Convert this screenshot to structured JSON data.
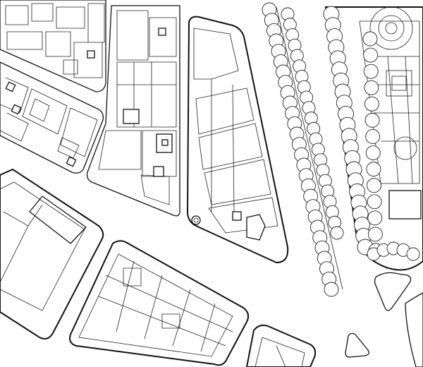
{
  "map": {
    "style": "black-and-white architectural plan",
    "background_color": "#ffffff",
    "line_color": "#111111",
    "labels": []
  },
  "features": [
    "city-blocks",
    "building-footprints",
    "diagonal-boulevard",
    "tree-lined-avenue",
    "formal-garden",
    "triangular-traffic-islands",
    "circular-kiosk"
  ]
}
